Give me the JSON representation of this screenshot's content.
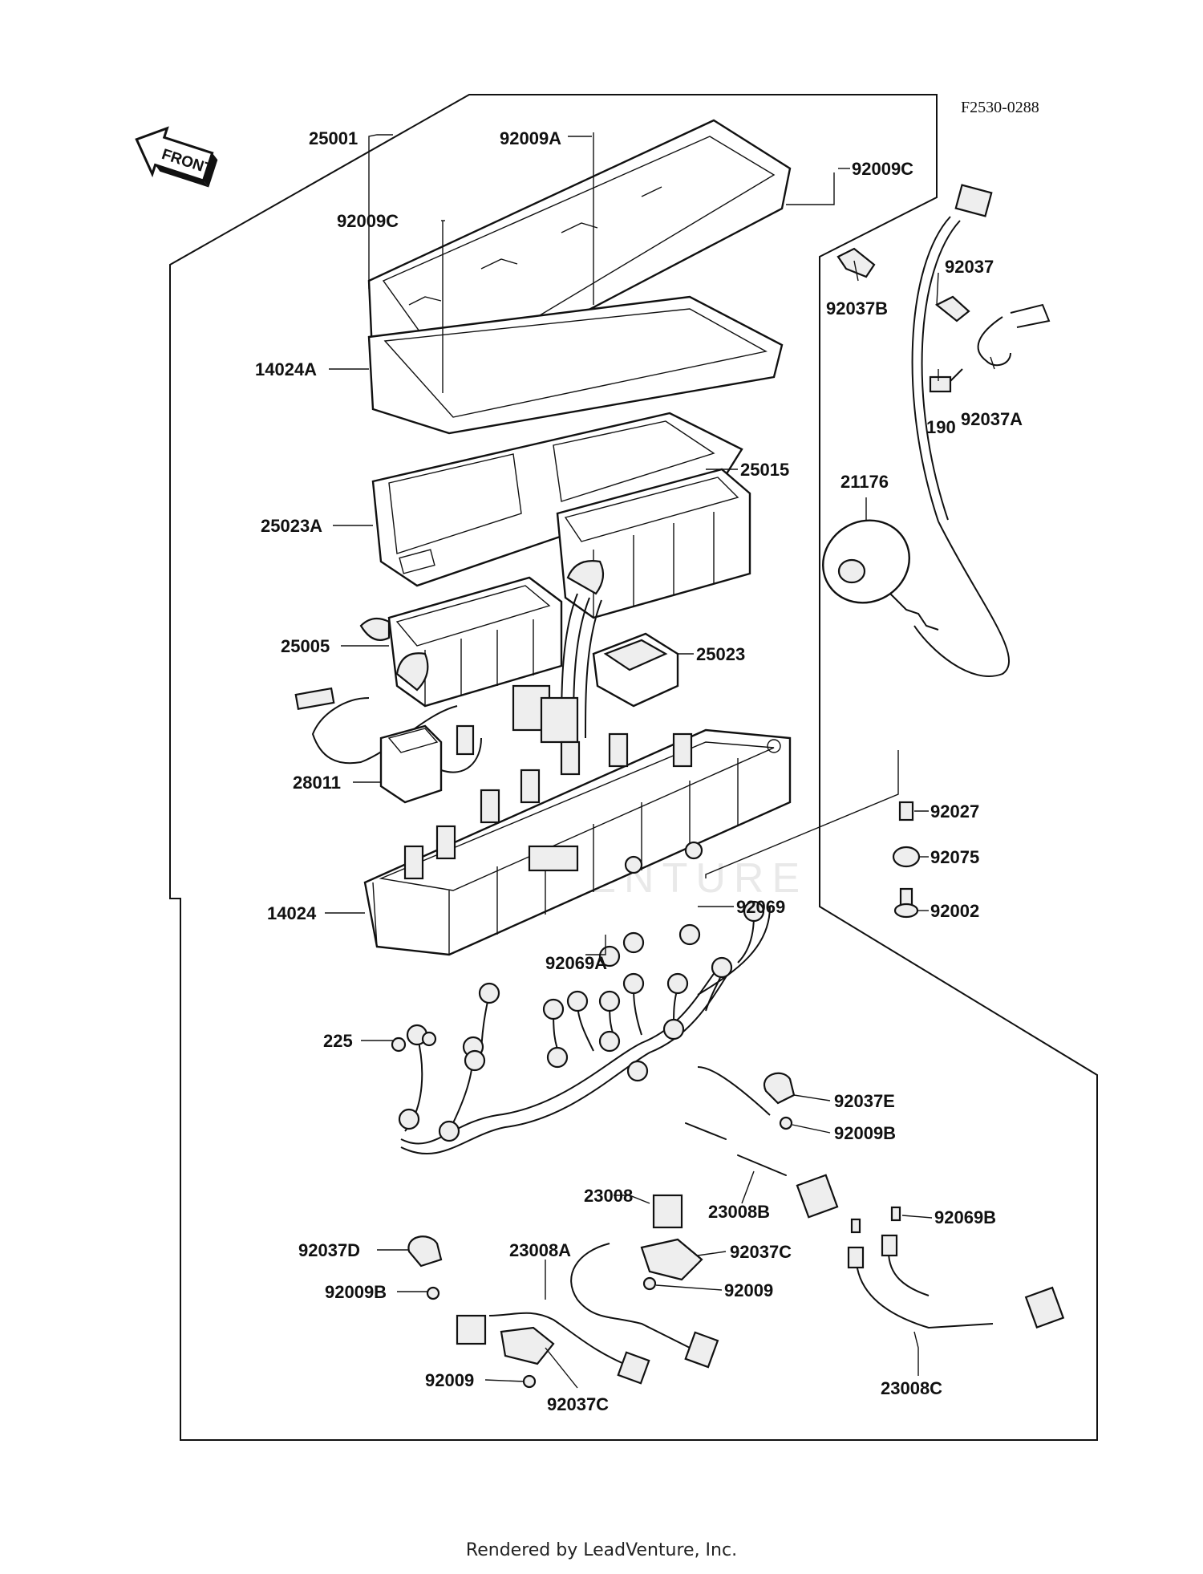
{
  "figure_code": "F2530-0288",
  "front_label": "FRONT",
  "footer": "Rendered by LeadVenture, Inc.",
  "watermark": "LEADVENTURE",
  "labels": {
    "p25001": "25001",
    "p92009A": "92009A",
    "p92009C_top": "92009C",
    "p92009C_left": "92009C",
    "p14024A": "14024A",
    "p25015": "25015",
    "p25023A": "25023A",
    "p25005": "25005",
    "p25023": "25023",
    "p28011": "28011",
    "p14024": "14024",
    "p225": "225",
    "p92069A": "92069A",
    "p92069": "92069",
    "p92037": "92037",
    "p92037B": "92037B",
    "p190": "190",
    "p92037A": "92037A",
    "p21176": "21176",
    "p92027": "92027",
    "p92075": "92075",
    "p92002": "92002",
    "p92037E": "92037E",
    "p92009B_right": "92009B",
    "p23008": "23008",
    "p23008B": "23008B",
    "p92069B": "92069B",
    "p92037D": "92037D",
    "p92009B_left": "92009B",
    "p23008A": "23008A",
    "p92037C_right": "92037C",
    "p92009_right": "92009",
    "p92009_left": "92009",
    "p92037C_left": "92037C",
    "p23008C": "23008C"
  }
}
